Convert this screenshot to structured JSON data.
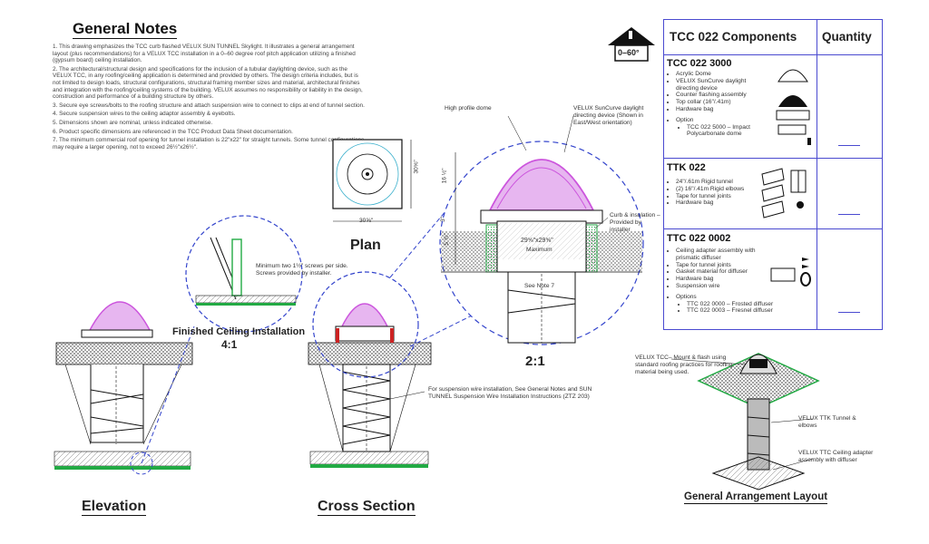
{
  "general_notes": {
    "title": "General Notes",
    "items": [
      "1. This drawing emphasizes the TCC curb flashed VELUX SUN TUNNEL Skylight. It illustrates a general arrangement layout (plus recommendations) for a VELUX TCC installation in a 0–60 degree roof pitch application utilizing a finished (gypsum board) ceiling installation.",
      "2. The architectural/structural design and specifications for the inclusion of a tubular daylighting device, such as the VELUX TCC, in any roofing/ceiling application is determined and provided by others. The design criteria includes, but is not limited to design loads, structural configurations, structural framing member sizes and material, architectural finishes and integration with the roofing/ceiling systems of the building. VELUX assumes no responsibility or liability in the design, construction and performance of a building structure by others.",
      "3. Secure eye screws/bolts to the roofing structure and attach suspension wire to connect to clips at end of tunnel section.",
      "4. Secure suspension wires to the ceiling adaptor assembly & eyebolts.",
      "5. Dimensions shown are nominal, unless indicated otherwise.",
      "6. Product specific dimensions are referenced in the TCC Product Data Sheet documentation.",
      "7. The minimum commercial roof opening for tunnel installation is 22\"x22\" for straight tunnels. Some tunnel configurations may require a larger opening, not to exceed 26½\"x26½\"."
    ]
  },
  "pitch_icon": {
    "label": "0–60°"
  },
  "table": {
    "col_components": "TCC 022 Components",
    "col_quantity": "Quantity",
    "sections": [
      {
        "heading": "TCC 022 3000",
        "items": [
          "Acrylic Dome",
          "VELUX SunCurve daylight directing device",
          "Counter flashing assembly",
          "Top collar (16\"/.41m)",
          "Hardware bag"
        ],
        "options_label": "Option",
        "options": [
          "TCC 022 5000 – Impact Polycarbonate dome"
        ]
      },
      {
        "heading": "TTK 022",
        "items": [
          "24\"/.61m Rigid tunnel",
          "(2) 16\"/.41m Rigid elbows",
          "Tape for tunnel joints",
          "Hardware bag"
        ],
        "options_label": "",
        "options": []
      },
      {
        "heading": "TTC 022 0002",
        "items": [
          "Ceiling adapter assembly with prismatic diffuser",
          "Tape for tunnel joints",
          "Gasket material for diffuser",
          "Hardware bag",
          "Suspension wire"
        ],
        "options_label": "Options",
        "options": [
          "TTC 022 0000 – Frosted diffuser",
          "TTC 022 0003 – Fresnel diffuser"
        ]
      }
    ]
  },
  "plan": {
    "title": "Plan",
    "dim_width": "30⅝\"",
    "dim_height": "30⅝\""
  },
  "detail_4_1": {
    "label_title": "Finished Ceiling Installation",
    "scale": "4:1",
    "note": "Minimum two 1½\" screws per side. Screws provided by installer."
  },
  "detail_2_1": {
    "scale": "2:1",
    "dome_label": "High profile dome",
    "suncurve_label": "VELUX SunCurve daylight directing device (Shown in East/West orientation)",
    "curb_label": "Curb & insulation – Provided by installer",
    "opening_dim": "29⅝\"x29⅝\"",
    "opening_sub": "Maximum",
    "see_note": "See Note 7",
    "dim_16": "16 ½\"",
    "dim_3": "3\"",
    "dim_5": "5 ¾\""
  },
  "suspension_note": "For suspension wire installation, See General Notes and SUN TUNNEL Suspension Wire Installation Instructions (ZTZ 203)",
  "views": {
    "elevation": "Elevation",
    "cross_section": "Cross Section"
  },
  "arrangement": {
    "title": "General Arrangement Layout",
    "label_tcc": "VELUX TCC– Mount & flash using standard roofing practices for roofing material being used.",
    "label_ttk": "VELUX TTK Tunnel & elbows",
    "label_ttc": "VELUX TTC Ceiling adapter assembly with diffuser"
  },
  "colors": {
    "dome": "#cc55dd",
    "flashing": "#22aa44",
    "leader": "#3344cc"
  }
}
